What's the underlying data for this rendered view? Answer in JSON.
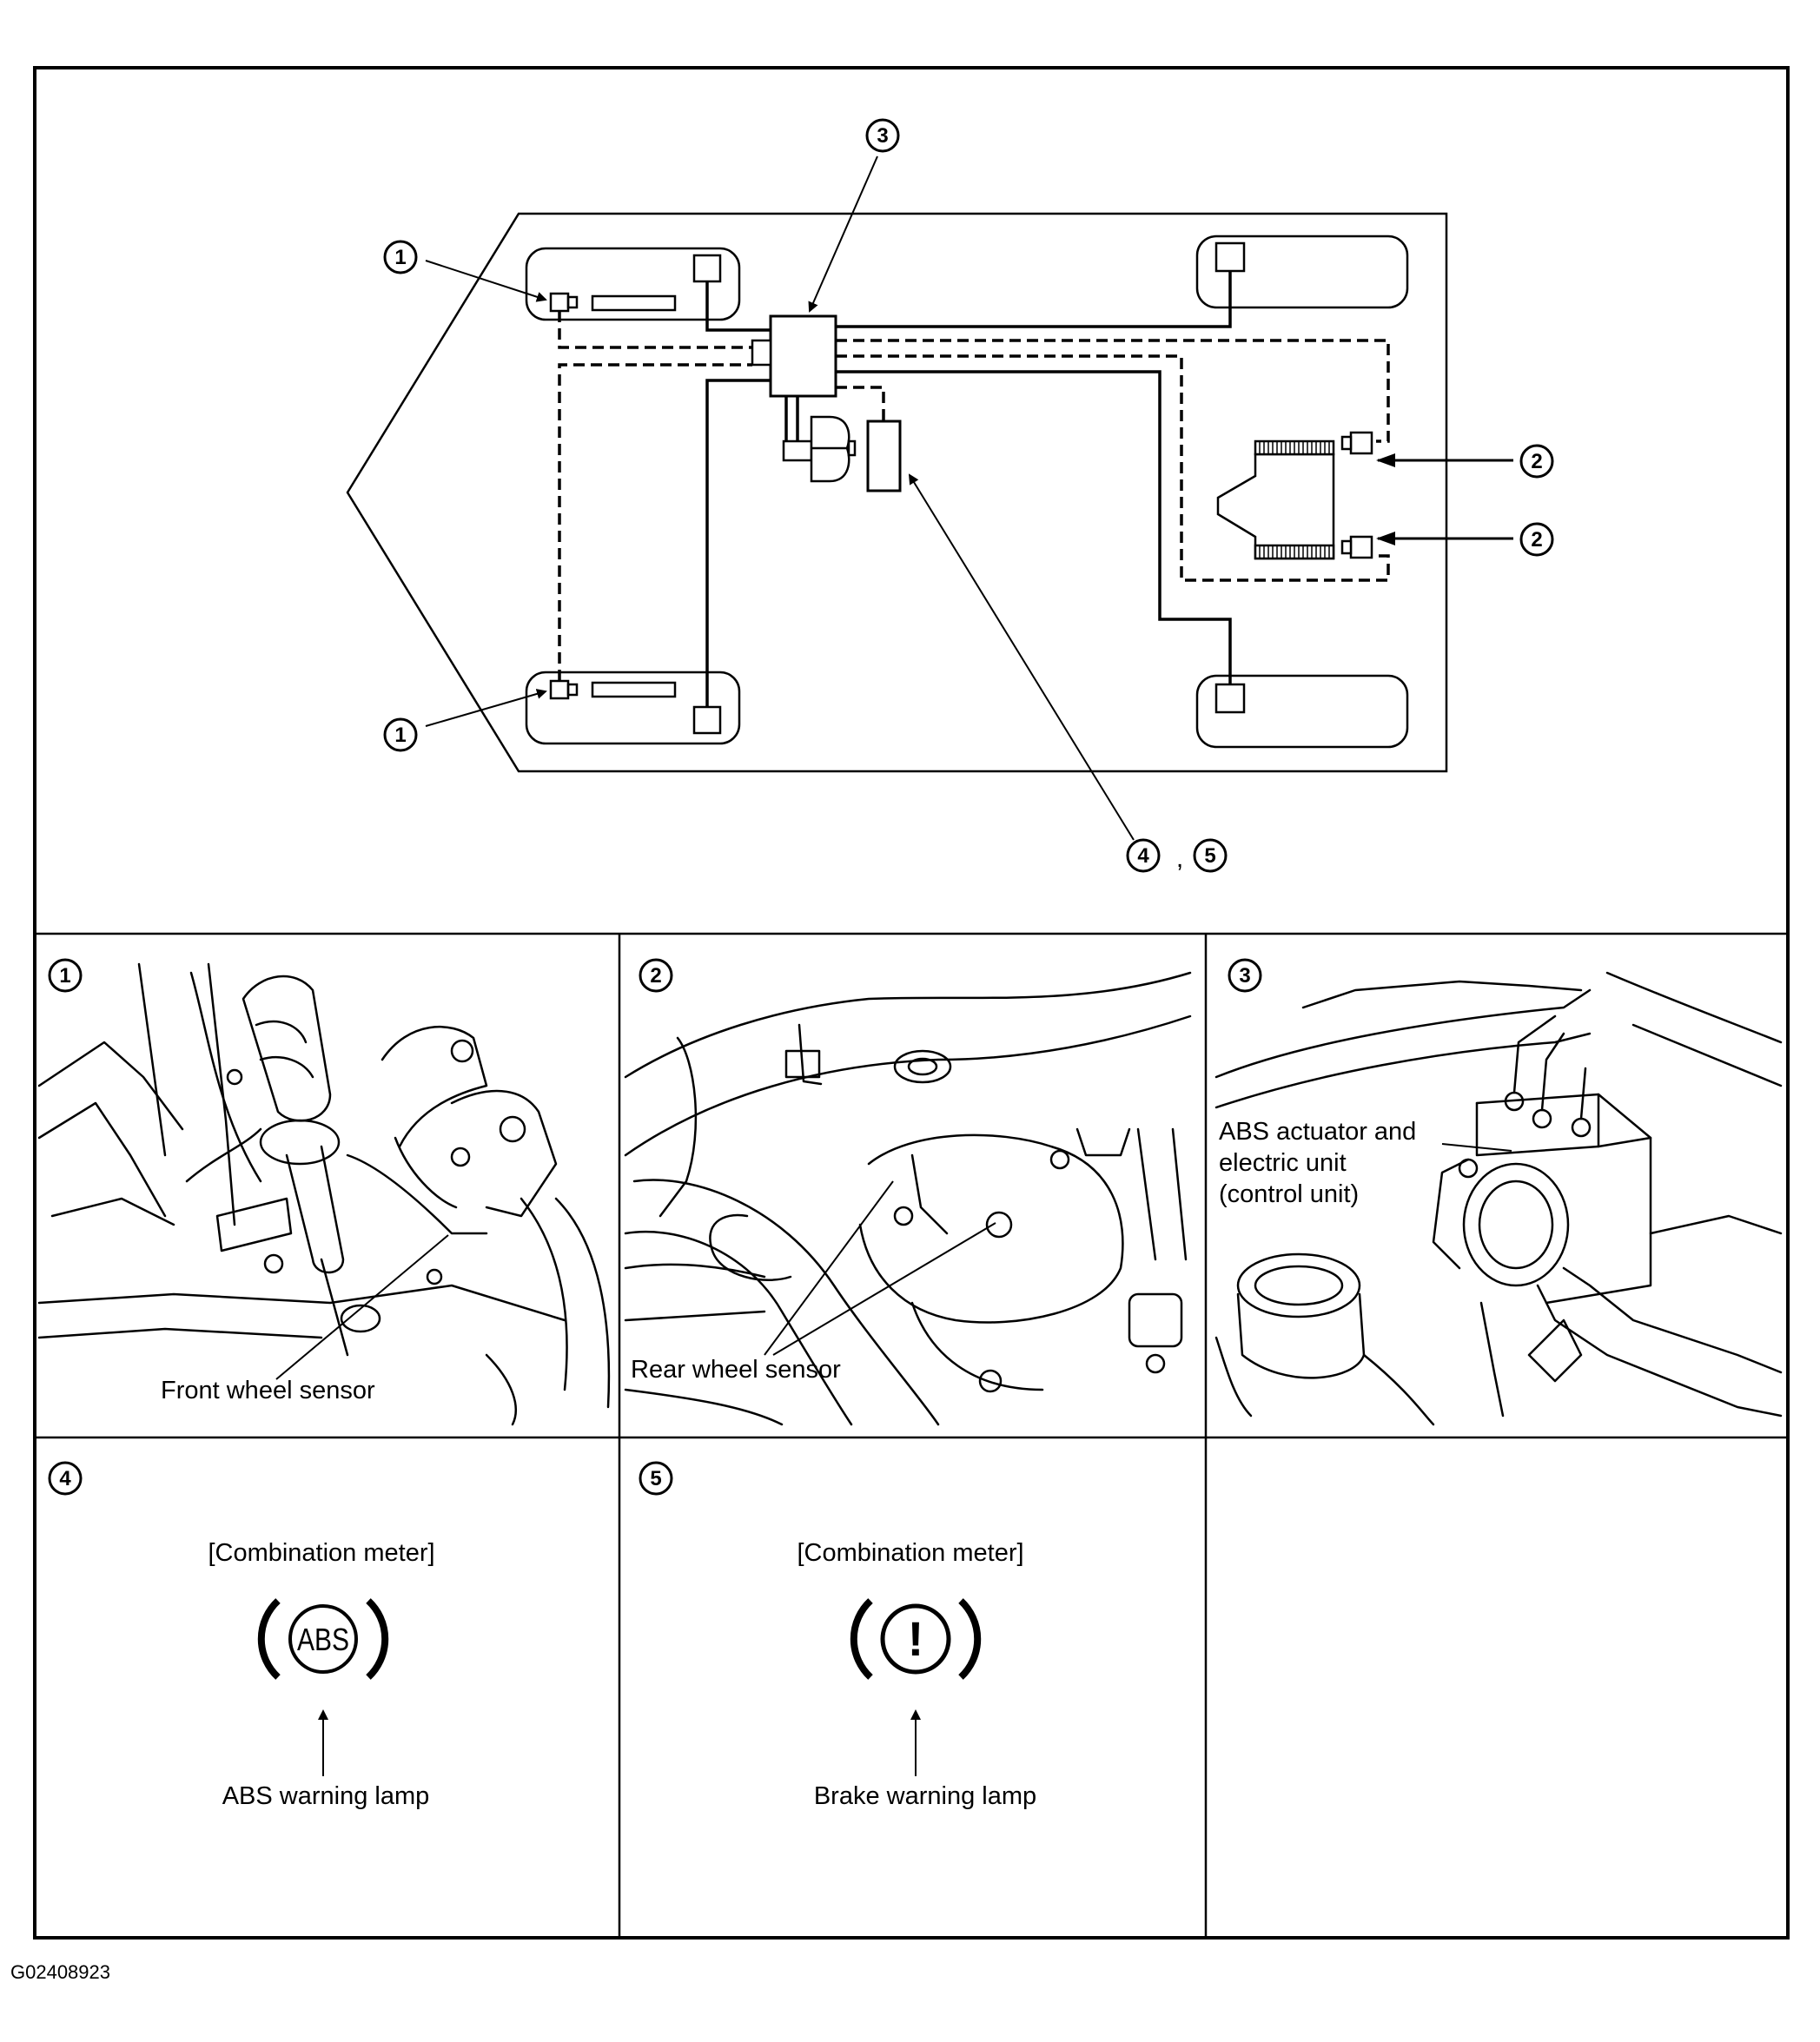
{
  "callouts": {
    "front_sensor": "1",
    "rear_sensor": "2",
    "actuator": "3",
    "abs_lamp": "4",
    "brake_lamp": "5",
    "separator": ","
  },
  "panels": {
    "p1": {
      "number": "1",
      "label": "Front wheel sensor"
    },
    "p2": {
      "number": "2",
      "label": "Rear wheel sensor"
    },
    "p3": {
      "number": "3",
      "label_lines": [
        "ABS actuator and",
        "electric unit",
        "(control unit)"
      ]
    },
    "p4": {
      "number": "4",
      "heading": "[Combination meter]",
      "lamp_text": "ABS",
      "label": "ABS warning lamp"
    },
    "p5": {
      "number": "5",
      "heading": "[Combination meter]",
      "lamp_text": "!",
      "label": "Brake warning lamp"
    }
  },
  "figure_id": "G02408923",
  "icons": [
    "abs-warning-lamp-icon",
    "brake-warning-lamp-icon",
    "front-wheel-sensor-illustration",
    "rear-wheel-sensor-illustration",
    "abs-actuator-illustration"
  ]
}
